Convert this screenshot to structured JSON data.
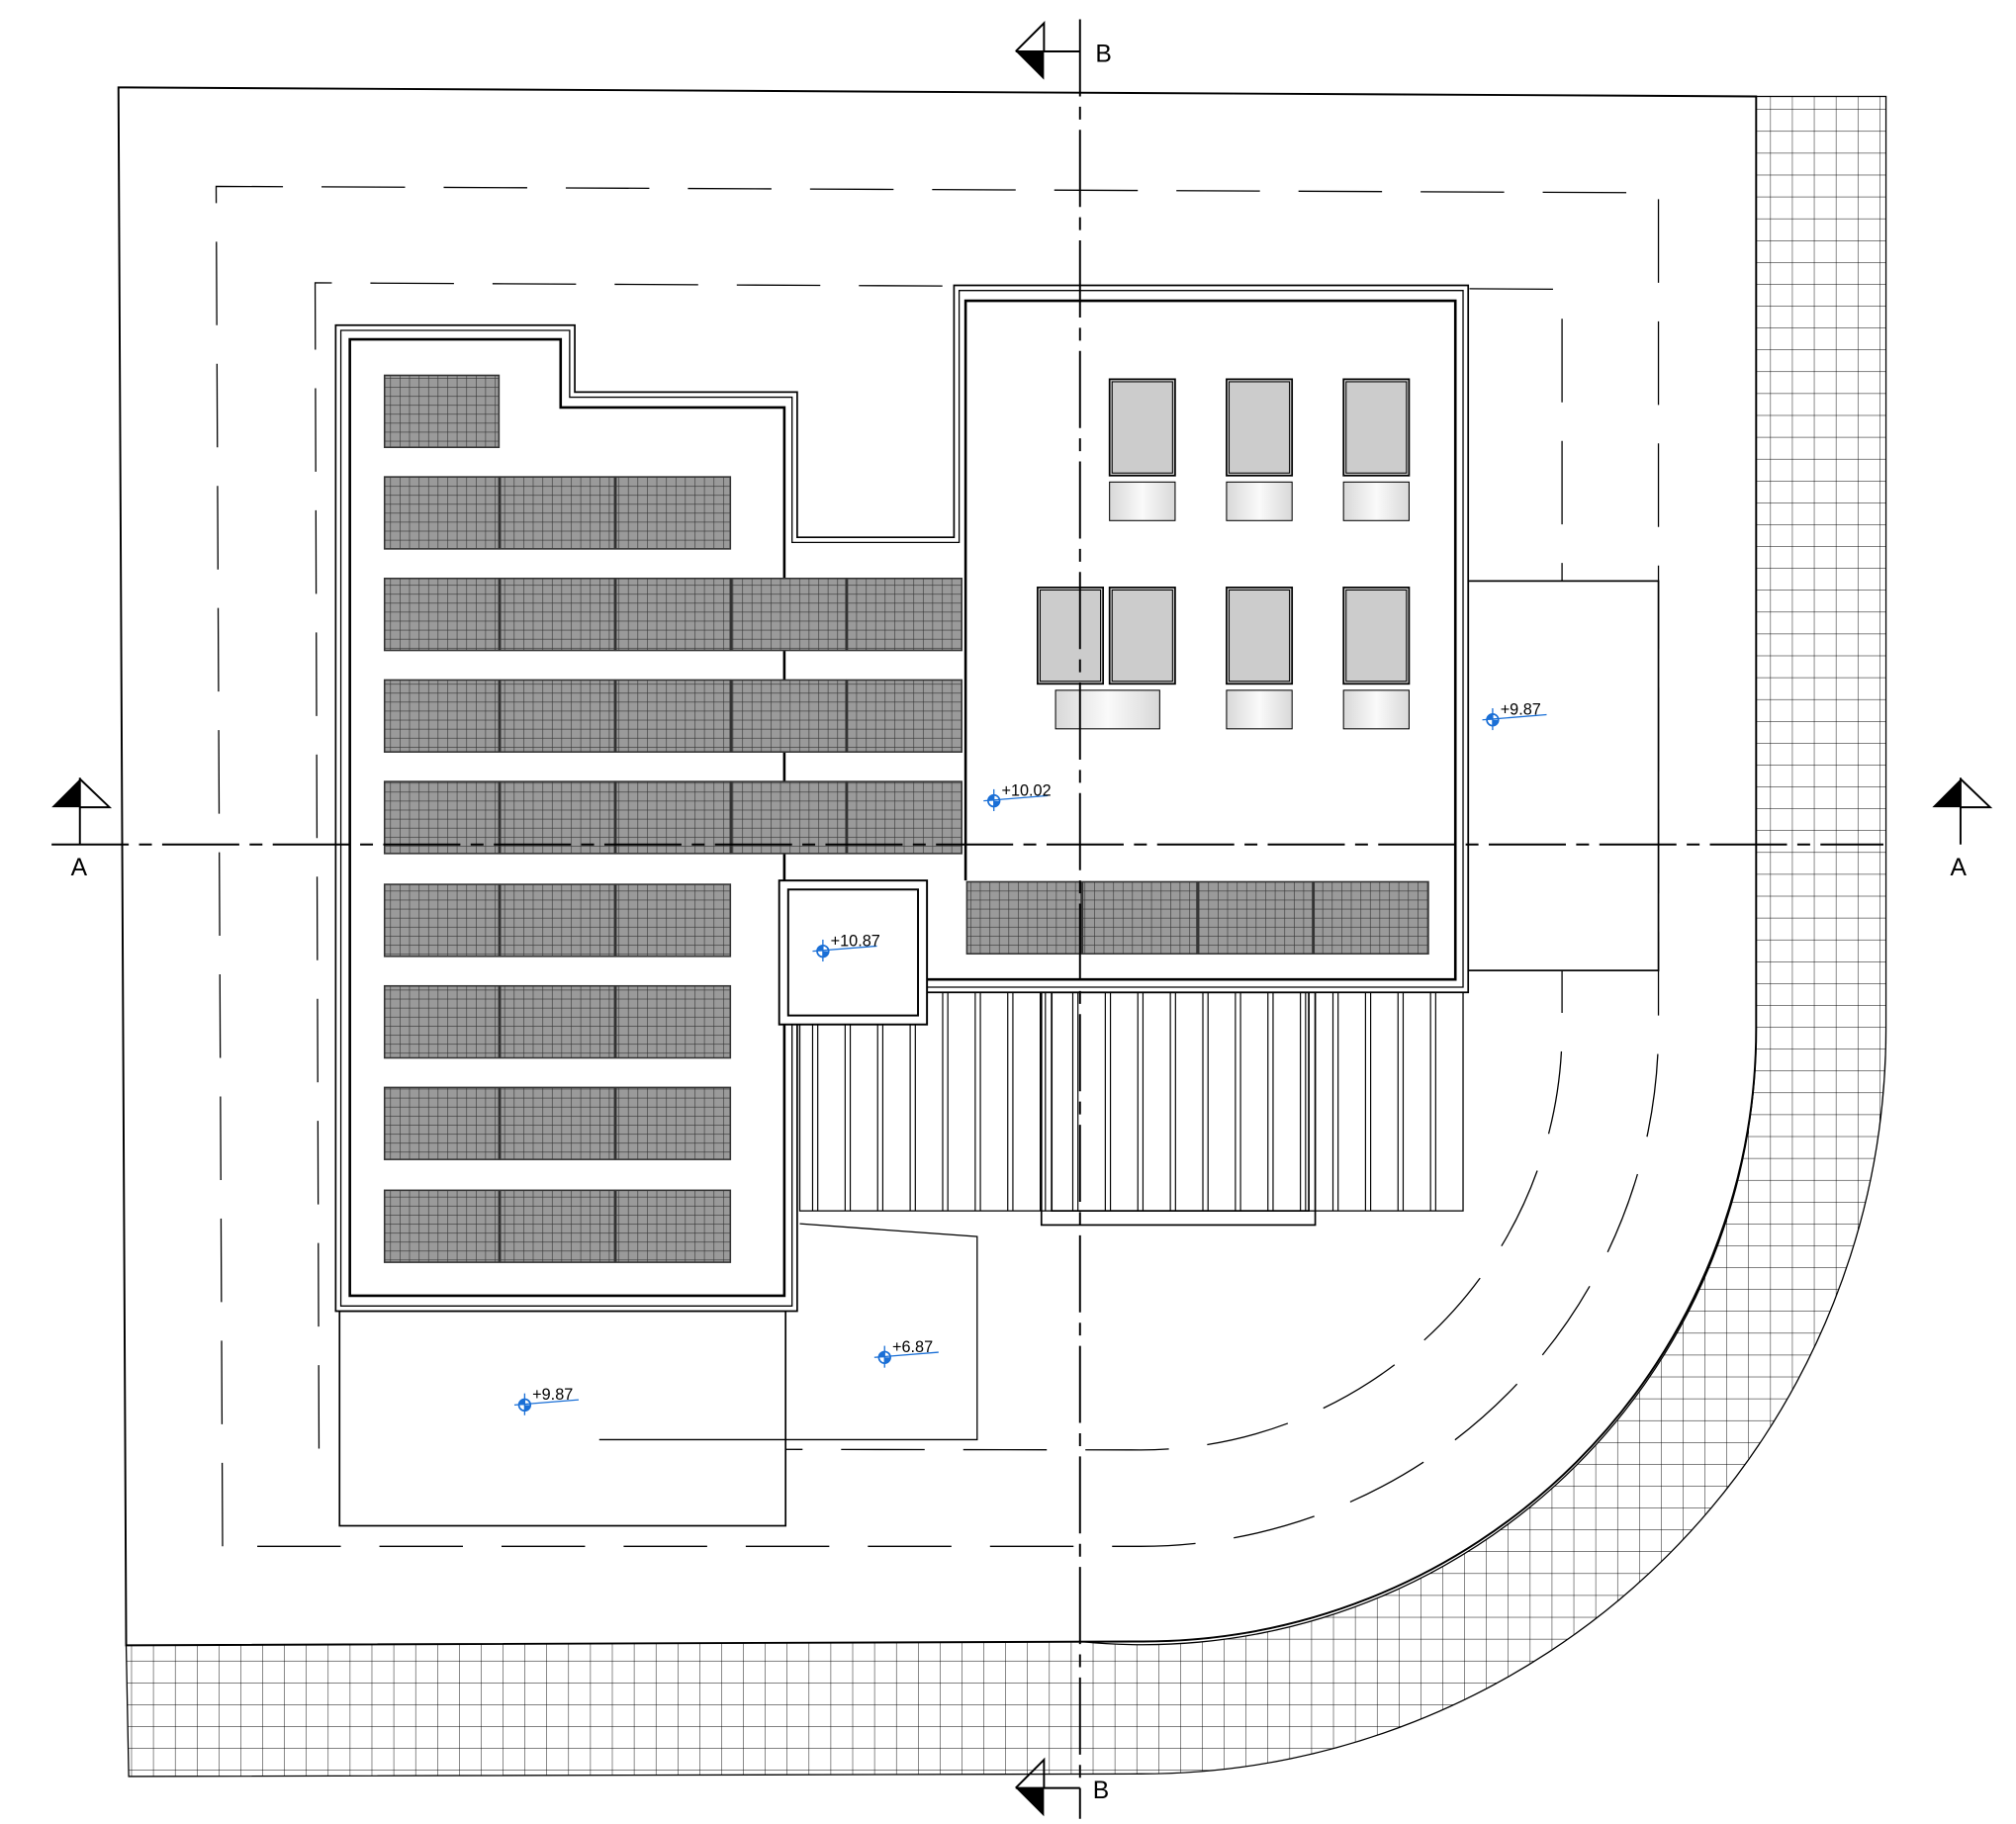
{
  "section_markers": {
    "a_left": "A",
    "a_right": "A",
    "b_top": "B",
    "b_bottom": "B"
  },
  "levels": [
    {
      "label": "+10.02"
    },
    {
      "label": "+10.87"
    },
    {
      "label": "+9.87"
    },
    {
      "label": "+6.87"
    },
    {
      "label": "+9.87"
    }
  ],
  "colors": {
    "level_marker": "#1a6fd6",
    "panel_fill": "#9a9a9a",
    "equipment_fill": "#cccccc",
    "line": "#000000"
  }
}
